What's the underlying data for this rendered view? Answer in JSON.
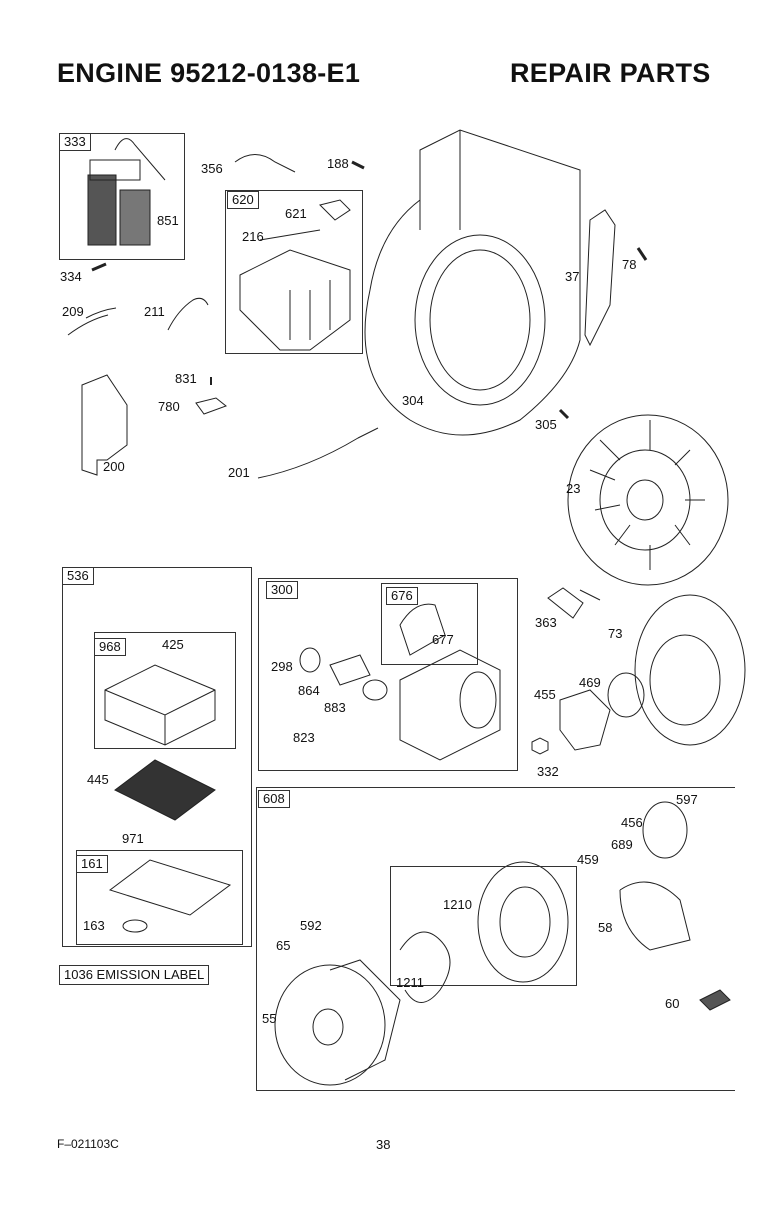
{
  "header": {
    "title_left": "ENGINE 95212-0138-E1",
    "title_right": "REPAIR PARTS"
  },
  "boxes": {
    "b333": "333",
    "b620": "620",
    "b536": "536",
    "b968": "968",
    "b161": "161",
    "b300": "300",
    "b676": "676",
    "b608": "608"
  },
  "emission_label": "1036 EMISSION LABEL",
  "parts": {
    "p356": "356",
    "p188": "188",
    "p851": "851",
    "p621": "621",
    "p216": "216",
    "p334": "334",
    "p209": "209",
    "p211": "211",
    "p831": "831",
    "p780": "780",
    "p200": "200",
    "p201": "201",
    "p304": "304",
    "p37": "37",
    "p78": "78",
    "p305": "305",
    "p23": "23",
    "p425": "425",
    "p445": "445",
    "p971": "971",
    "p163": "163",
    "p298": "298",
    "p864": "864",
    "p883": "883",
    "p823": "823",
    "p677": "677",
    "p363": "363",
    "p73": "73",
    "p469": "469",
    "p455": "455",
    "p332": "332",
    "p597": "597",
    "p456": "456",
    "p689": "689",
    "p459": "459",
    "p1210": "1210",
    "p58": "58",
    "p592": "592",
    "p65": "65",
    "p1211": "1211",
    "p55": "55",
    "p60": "60"
  },
  "footer": {
    "code": "F–021103C",
    "page": "38"
  }
}
